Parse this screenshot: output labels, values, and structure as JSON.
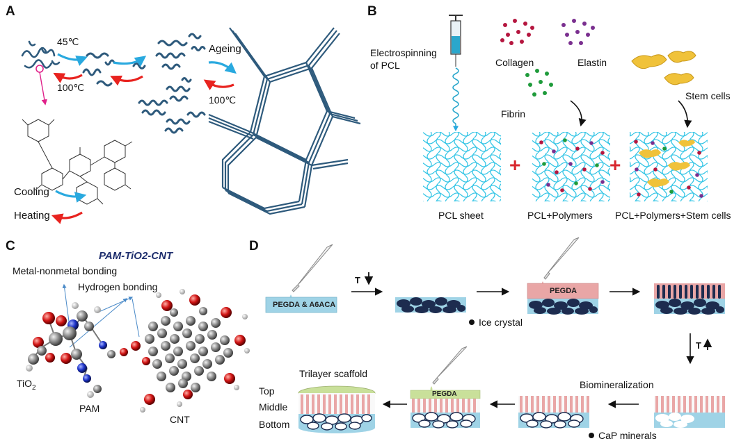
{
  "panels": {
    "A": {
      "label": "A",
      "temp_45": "45℃",
      "temp_100_left": "100℃",
      "ageing": "Ageing",
      "temp_100_right": "100℃",
      "legend_cooling": "Cooling",
      "legend_heating": "Heating"
    },
    "B": {
      "label": "B",
      "electrospinning_line1": "Electrospinning",
      "electrospinning_line2": "of PCL",
      "collagen": "Collagen",
      "elastin": "Elastin",
      "fibrin": "Fibrin",
      "stem_cells": "Stem cells",
      "plus1": "+",
      "plus2": "+",
      "pcl_sheet": "PCL sheet",
      "pcl_polymers": "PCL+Polymers",
      "pcl_polymers_stem": "PCL+Polymers+Stem cells"
    },
    "C": {
      "label": "C",
      "title": "PAM-TiO2-CNT",
      "metal_nonmetal": "Metal-nonmetal bonding",
      "hydrogen": "Hydrogen bonding",
      "tio2": "TiO",
      "tio2_sub": "2",
      "pam": "PAM",
      "cnt": "CNT"
    },
    "D": {
      "label": "D",
      "pegda_a6aca": "PEGDA & A6ACA",
      "t_down": "T",
      "ice_crystal": "Ice crystal",
      "pegda1": "PEGDA",
      "t_up": "T",
      "biomineralization": "Biomineralization",
      "cap_minerals": "CaP minerals",
      "pegda2": "PEGDA",
      "trilayer": "Trilayer scaffold",
      "top": "Top",
      "middle": "Middle",
      "bottom": "Bottom"
    }
  },
  "colors": {
    "cyan_arrow": "#29a9df",
    "red_arrow": "#e8231f",
    "fiber_blue": "#2e5a7c",
    "collagen": "#b5163f",
    "elastin": "#7a2f8f",
    "fibrin": "#1f9b3b",
    "stem_cell": "#f0c23a",
    "mesh": "#37c6e6",
    "plus_red": "#d8262d",
    "layer_blue": "#9fd3e6",
    "layer_pink": "#e9a6a6",
    "layer_green": "#c9e09a",
    "ice_dark": "#1d2c4f",
    "atom_red": "#d01515",
    "atom_blue": "#1b2fc8",
    "atom_gray": "#8a8a8a"
  }
}
